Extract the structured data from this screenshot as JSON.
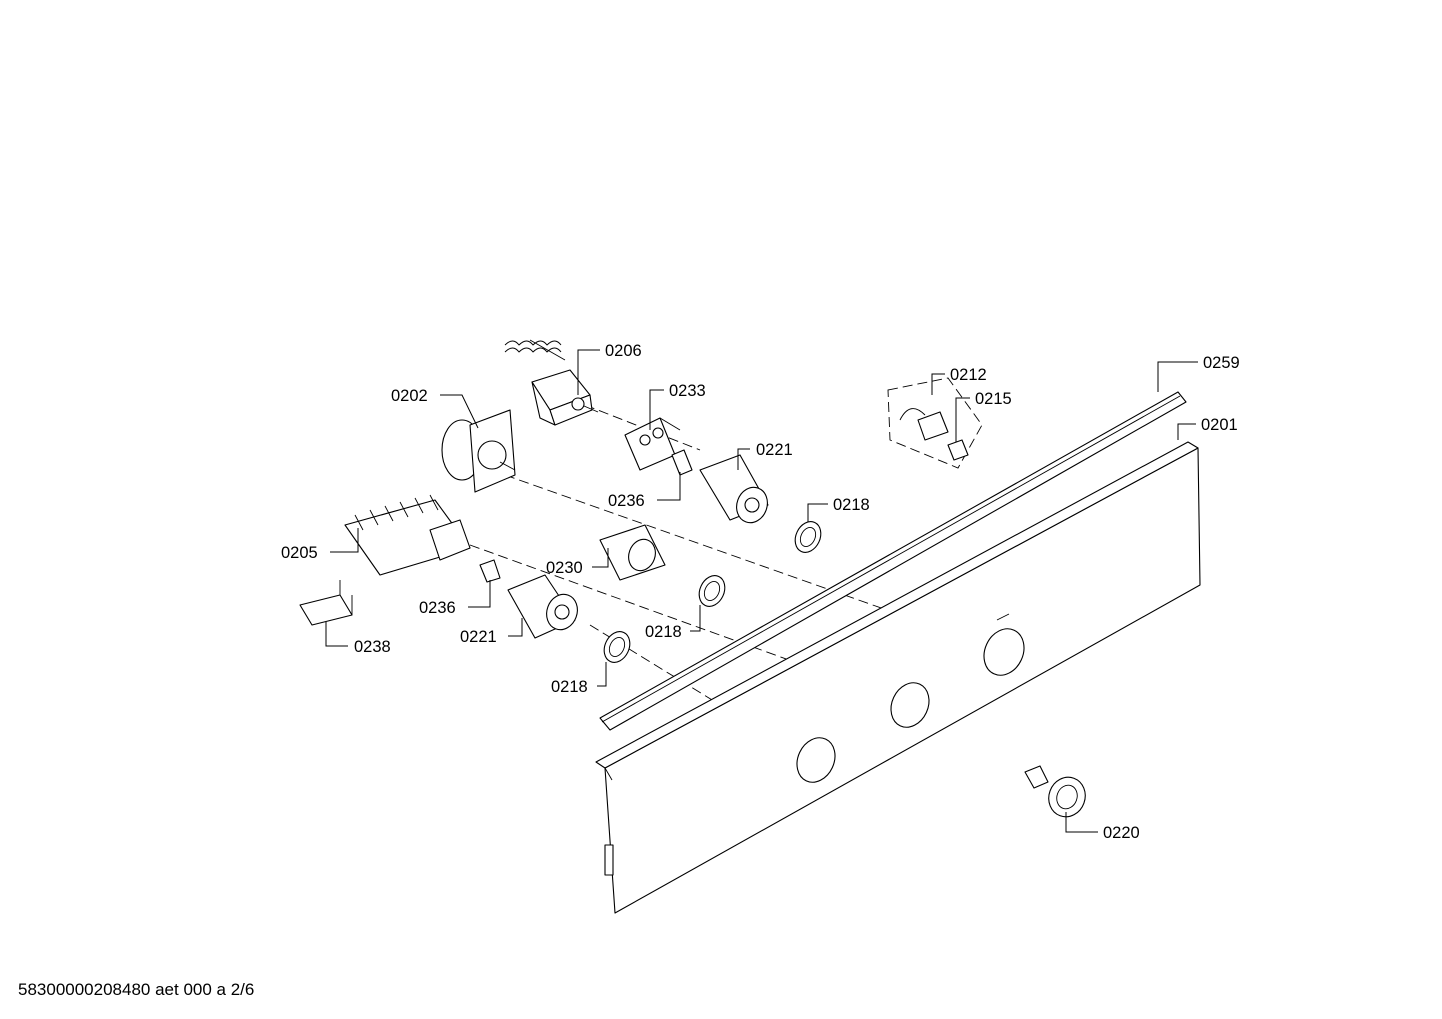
{
  "drawing": {
    "footer_code": "58300000208480 aet 000 a 2/6",
    "callouts": [
      {
        "id": "0206",
        "label": "0206"
      },
      {
        "id": "0202",
        "label": "0202"
      },
      {
        "id": "0233",
        "label": "0233"
      },
      {
        "id": "0221a",
        "label": "0221"
      },
      {
        "id": "0236a",
        "label": "0236"
      },
      {
        "id": "0218a",
        "label": "0218"
      },
      {
        "id": "0205",
        "label": "0205"
      },
      {
        "id": "0230",
        "label": "0230"
      },
      {
        "id": "0236b",
        "label": "0236"
      },
      {
        "id": "0218b",
        "label": "0218"
      },
      {
        "id": "0221b",
        "label": "0221"
      },
      {
        "id": "0238",
        "label": "0238"
      },
      {
        "id": "0218c",
        "label": "0218"
      },
      {
        "id": "0212",
        "label": "0212"
      },
      {
        "id": "0215",
        "label": "0215"
      },
      {
        "id": "0259",
        "label": "0259"
      },
      {
        "id": "0201",
        "label": "0201"
      },
      {
        "id": "0220",
        "label": "0220"
      }
    ]
  }
}
